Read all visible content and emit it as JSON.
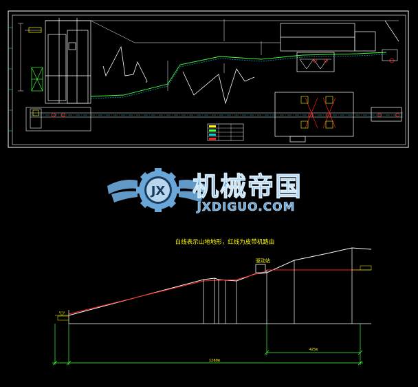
{
  "colors": {
    "background": "#000000",
    "frame": "#ffffff",
    "accent_red": "#ff2020",
    "accent_yellow": "#ffff00",
    "accent_cyan": "#00d0d0",
    "accent_green": "#40ff40",
    "accent_blue": "#3060ff",
    "watermark_blue": "#6aa6d8",
    "watermark_light": "#b8d6ee"
  },
  "top_drawing": {
    "legend_table": {
      "rows": [
        [
          "",
          "",
          ""
        ],
        [
          "",
          "",
          ""
        ],
        [
          "",
          "",
          ""
        ],
        [
          "",
          "",
          ""
        ]
      ]
    }
  },
  "watermark": {
    "badge_text": "JX",
    "brand_cn": "机械帝国",
    "brand_en": "JXDIGUO.COM",
    "icon": "gear-wings-icon"
  },
  "profile_drawing": {
    "caption": "白线表示山地地形，红线为皮带机路由",
    "station_label": "驱动站",
    "left_dim_label": "1280m",
    "right_dim_label": "425m",
    "left_elev_label": "",
    "right_elev_label": ""
  }
}
